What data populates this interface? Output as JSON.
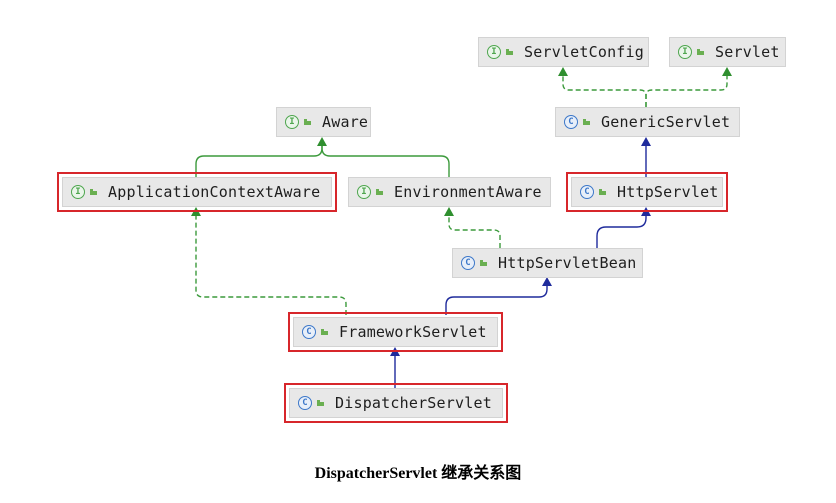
{
  "diagram": {
    "caption": "DispatcherServlet 继承关系图",
    "colors": {
      "implements_edge": "#3c9a3c",
      "extends_edge": "#1f2b9c",
      "highlight": "#d7262b",
      "node_fill": "#e8e8e8"
    },
    "nodes": {
      "servlet_config": {
        "label": "ServletConfig",
        "kind": "interface",
        "icon": "interface-icon"
      },
      "servlet": {
        "label": "Servlet",
        "kind": "interface",
        "icon": "interface-icon"
      },
      "aware": {
        "label": "Aware",
        "kind": "interface",
        "icon": "interface-icon"
      },
      "generic_servlet": {
        "label": "GenericServlet",
        "kind": "class",
        "icon": "class-icon"
      },
      "application_context_aware": {
        "label": "ApplicationContextAware",
        "kind": "interface",
        "icon": "interface-icon",
        "highlighted": true
      },
      "environment_aware": {
        "label": "EnvironmentAware",
        "kind": "interface",
        "icon": "interface-icon"
      },
      "http_servlet": {
        "label": "HttpServlet",
        "kind": "class",
        "icon": "class-icon",
        "highlighted": true
      },
      "http_servlet_bean": {
        "label": "HttpServletBean",
        "kind": "class",
        "icon": "class-icon"
      },
      "framework_servlet": {
        "label": "FrameworkServlet",
        "kind": "class",
        "icon": "class-icon",
        "highlighted": true
      },
      "dispatcher_servlet": {
        "label": "DispatcherServlet",
        "kind": "class",
        "icon": "class-icon",
        "highlighted": true
      }
    },
    "badges": {
      "interface": "I",
      "class": "C"
    },
    "edges": [
      {
        "from": "generic_servlet",
        "to": "servlet_config",
        "type": "implements"
      },
      {
        "from": "generic_servlet",
        "to": "servlet",
        "type": "implements"
      },
      {
        "from": "application_context_aware",
        "to": "aware",
        "type": "extends"
      },
      {
        "from": "environment_aware",
        "to": "aware",
        "type": "extends"
      },
      {
        "from": "http_servlet",
        "to": "generic_servlet",
        "type": "extends"
      },
      {
        "from": "http_servlet_bean",
        "to": "environment_aware",
        "type": "implements"
      },
      {
        "from": "http_servlet_bean",
        "to": "http_servlet",
        "type": "extends"
      },
      {
        "from": "framework_servlet",
        "to": "application_context_aware",
        "type": "implements"
      },
      {
        "from": "framework_servlet",
        "to": "http_servlet_bean",
        "type": "extends"
      },
      {
        "from": "dispatcher_servlet",
        "to": "framework_servlet",
        "type": "extends"
      }
    ]
  }
}
